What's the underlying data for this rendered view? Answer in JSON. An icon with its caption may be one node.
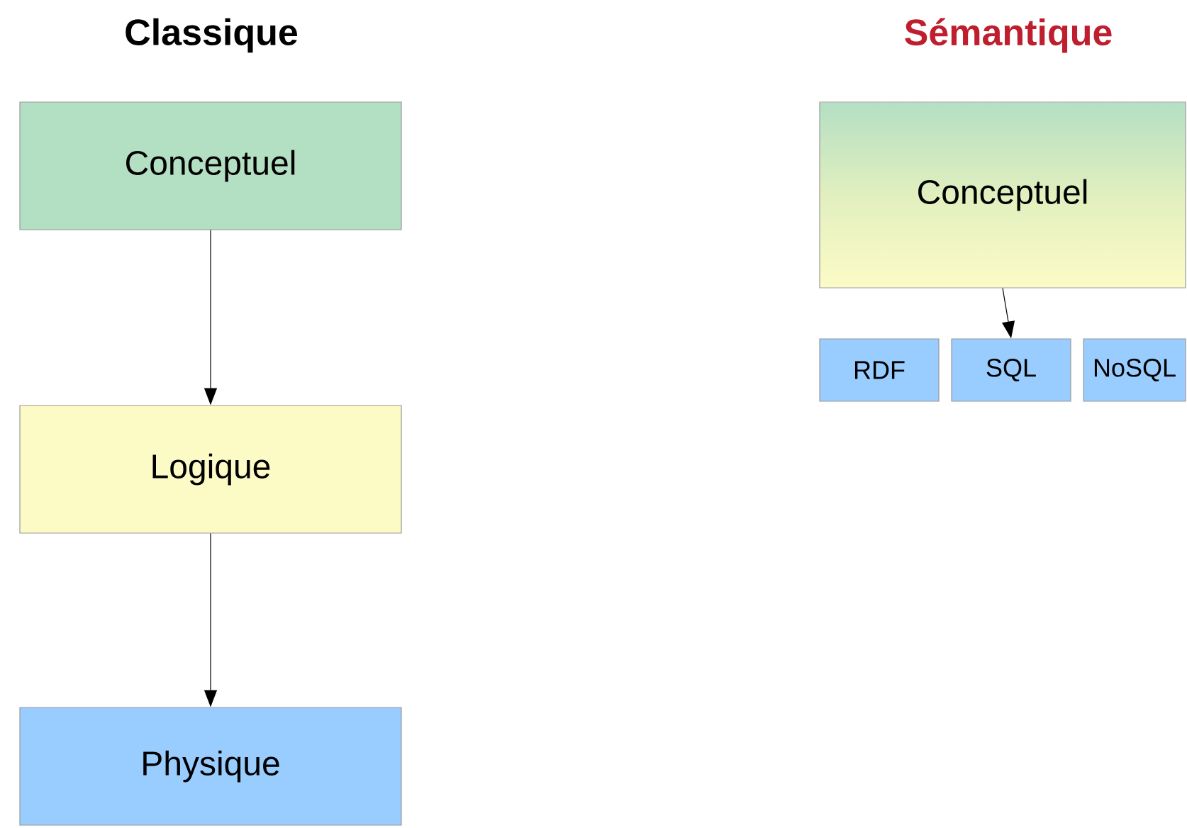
{
  "diagram": {
    "nodes": [
      {
        "text": [
          "Conceptuel"
        ]
      },
      {
        "text": [
          "Logique"
        ]
      },
      {
        "text": [
          "Physique"
        ]
      },
      {
        "text": [
          "Conceptuel"
        ]
      },
      {
        "text": [
          "RDF"
        ]
      },
      {
        "text": [
          "SQL"
        ]
      },
      {
        "text": [
          "NoSQL"
        ]
      }
    ],
    "edges": [
      {
        "from": 0,
        "to": 1,
        "arrow": "to"
      },
      {
        "from": 1,
        "to": 2,
        "arrow": "to"
      },
      {
        "from": 3,
        "to": 5,
        "arrow": "to"
      }
    ],
    "labels": [
      "Classique",
      "Sémantique"
    ]
  }
}
